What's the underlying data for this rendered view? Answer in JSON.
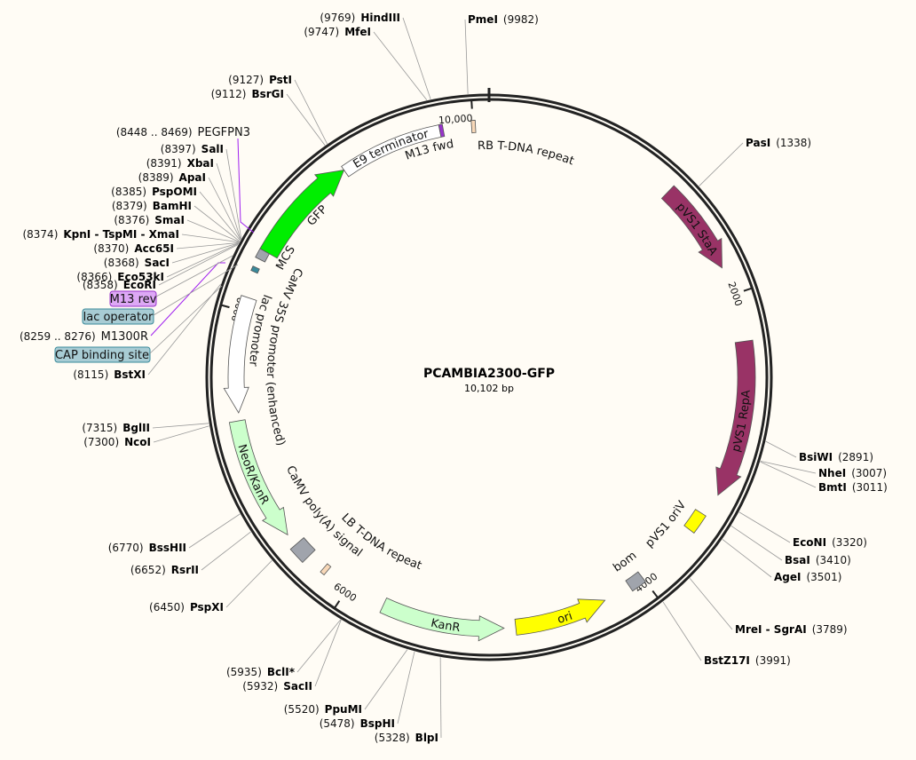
{
  "plasmid": {
    "name": "PCAMBIA2300-GFP",
    "size_label": "10,102 bp",
    "length": 10102
  },
  "colors": {
    "background": "#fffcf5",
    "backbone": "#222222",
    "pvs1": "#993366",
    "gfp": "#00ee00",
    "kan": "#ccffcc",
    "yellow": "#ffff00",
    "gray": "#a0a4ac",
    "tdna": "#f8d8b8",
    "purple": "#9933cc",
    "teal": "#3a8a9a",
    "primer_text": "#a020f0",
    "white": "#ffffff"
  },
  "ticks": [
    {
      "pos": 2000,
      "label": "2000"
    },
    {
      "pos": 4000,
      "label": "4000"
    },
    {
      "pos": 6000,
      "label": "6000"
    },
    {
      "pos": 8000,
      "label": "8000"
    },
    {
      "pos": 10000,
      "label": "10,000"
    }
  ],
  "features": [
    {
      "name": "E9 terminator",
      "start": 9120,
      "end": 9785,
      "strand": 0,
      "color": "#ffffff"
    },
    {
      "name": "M13 fwd",
      "start": 9785,
      "end": 9808,
      "strand": 0,
      "color": "#9933cc"
    },
    {
      "name": "RB T-DNA repeat",
      "start": 9990,
      "end": 10015,
      "strand": 0,
      "color": "#f8d8b8"
    },
    {
      "name": "pVS1 StaA",
      "start": 1234,
      "end": 1820,
      "strand": 1,
      "color": "#993366"
    },
    {
      "name": "pVS1 RepA",
      "start": 2300,
      "end": 3290,
      "strand": 1,
      "color": "#993366"
    },
    {
      "name": "pVS1 oriV",
      "start": 3440,
      "end": 3570,
      "strand": 0,
      "color": "#ffff00"
    },
    {
      "name": "bom",
      "start": 4000,
      "end": 4100,
      "strand": 0,
      "color": "#a0a4ac"
    },
    {
      "name": "ori",
      "start": 4280,
      "end": 4880,
      "strand": -1,
      "color": "#ffff00"
    },
    {
      "name": "KanR",
      "start": 4955,
      "end": 5750,
      "strand": -1,
      "color": "#ccffcc"
    },
    {
      "name": "LB T-DNA repeat",
      "start": 6170,
      "end": 6200,
      "strand": 0,
      "color": "#f8d8b8"
    },
    {
      "name": "CaMV poly(A) signal",
      "start": 6320,
      "end": 6430,
      "strand": 0,
      "color": "#a0a4ac"
    },
    {
      "name": "NeoR/KanR",
      "start": 6510,
      "end": 7300,
      "strand": -1,
      "color": "#ccffcc"
    },
    {
      "name": "CaMV 35S promoter (enhanced)",
      "start": 7350,
      "end": 8090,
      "strand": -1,
      "color": "#ffffff"
    },
    {
      "name": "lac promoter",
      "start": 8255,
      "end": 8285,
      "strand": 0,
      "color": "#3a8a9a"
    },
    {
      "name": "MCS",
      "start": 8340,
      "end": 8400,
      "strand": 0,
      "color": "#a0a4ac"
    },
    {
      "name": "GFP",
      "start": 8400,
      "end": 9120,
      "strand": 1,
      "color": "#00ee00"
    }
  ],
  "side_labels": {
    "m13_rev": "M13 rev",
    "lac_operator": "lac operator",
    "cap_binding_site": "CAP binding site",
    "m1300r": {
      "range": "(8259 .. 8276)",
      "name": "M1300R"
    },
    "pegfpn3": {
      "range": "(8448 .. 8469)",
      "name": "PEGFPN3"
    }
  },
  "enzymes": [
    {
      "name": "HindIII",
      "pos": 9769,
      "num": "(9769)"
    },
    {
      "name": "MfeI",
      "pos": 9747,
      "num": "(9747)"
    },
    {
      "name": "PmeI",
      "pos": 9982,
      "num": "(9982)"
    },
    {
      "name": "PstI",
      "pos": 9127,
      "num": "(9127)"
    },
    {
      "name": "BsrGI",
      "pos": 9112,
      "num": "(9112)"
    },
    {
      "name": "SalI",
      "pos": 8397,
      "num": "(8397)"
    },
    {
      "name": "XbaI",
      "pos": 8391,
      "num": "(8391)"
    },
    {
      "name": "ApaI",
      "pos": 8389,
      "num": "(8389)"
    },
    {
      "name": "PspOMI",
      "pos": 8385,
      "num": "(8385)"
    },
    {
      "name": "BamHI",
      "pos": 8379,
      "num": "(8379)"
    },
    {
      "name": "SmaI",
      "pos": 8376,
      "num": "(8376)"
    },
    {
      "name": "KpnI - TspMI - XmaI",
      "pos": 8374,
      "num": "(8374)"
    },
    {
      "name": "Acc65I",
      "pos": 8370,
      "num": "(8370)"
    },
    {
      "name": "SacI",
      "pos": 8368,
      "num": "(8368)"
    },
    {
      "name": "Eco53kI",
      "pos": 8366,
      "num": "(8366)"
    },
    {
      "name": "EcoRI",
      "pos": 8358,
      "num": "(8358)"
    },
    {
      "name": "BstXI",
      "pos": 8115,
      "num": "(8115)"
    },
    {
      "name": "BglII",
      "pos": 7315,
      "num": "(7315)"
    },
    {
      "name": "NcoI",
      "pos": 7300,
      "num": "(7300)"
    },
    {
      "name": "BssHII",
      "pos": 6770,
      "num": "(6770)"
    },
    {
      "name": "RsrII",
      "pos": 6652,
      "num": "(6652)"
    },
    {
      "name": "PspXI",
      "pos": 6450,
      "num": "(6450)"
    },
    {
      "name": "BclI*",
      "pos": 5935,
      "num": "(5935)",
      "dim": true
    },
    {
      "name": "SacII",
      "pos": 5932,
      "num": "(5932)"
    },
    {
      "name": "PpuMI",
      "pos": 5520,
      "num": "(5520)"
    },
    {
      "name": "BspHI",
      "pos": 5478,
      "num": "(5478)"
    },
    {
      "name": "BlpI",
      "pos": 5328,
      "num": "(5328)"
    },
    {
      "name": "PasI",
      "pos": 1338,
      "num": "(1338)"
    },
    {
      "name": "BsiWI",
      "pos": 2891,
      "num": "(2891)"
    },
    {
      "name": "NheI",
      "pos": 3007,
      "num": "(3007)"
    },
    {
      "name": "BmtI",
      "pos": 3011,
      "num": "(3011)"
    },
    {
      "name": "EcoNI",
      "pos": 3320,
      "num": "(3320)"
    },
    {
      "name": "BsaI",
      "pos": 3410,
      "num": "(3410)"
    },
    {
      "name": "AgeI",
      "pos": 3501,
      "num": "(3501)"
    },
    {
      "name": "MreI - SgrAI",
      "pos": 3789,
      "num": "(3789)"
    },
    {
      "name": "BstZ17I",
      "pos": 3991,
      "num": "(3991)"
    }
  ]
}
